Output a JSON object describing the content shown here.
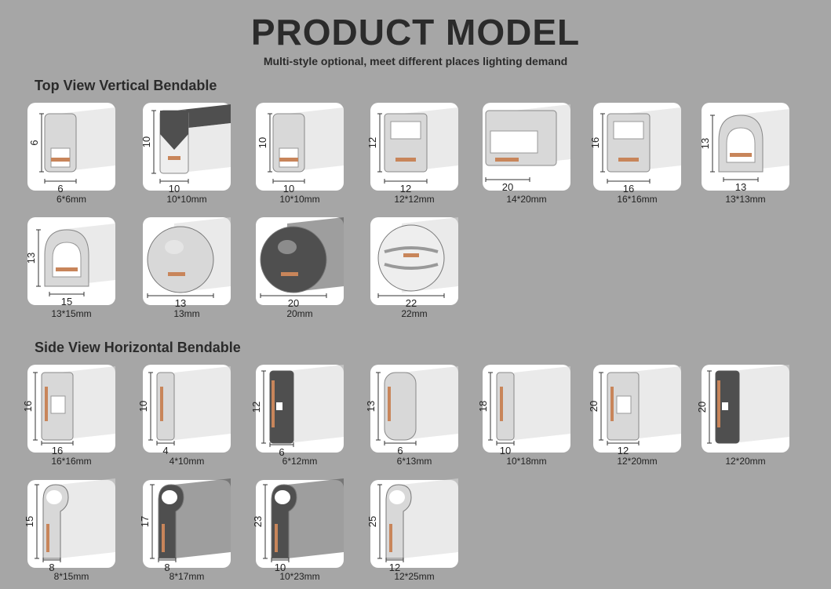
{
  "header": {
    "title": "PRODUCT MODEL",
    "subtitle": "Multi-style optional, meet different places lighting demand"
  },
  "sections": [
    {
      "heading": "Top View Vertical Bendable",
      "items": [
        {
          "label": "6*6mm",
          "dims": [
            "6",
            "6"
          ],
          "style": "top-square"
        },
        {
          "label": "10*10mm",
          "dims": [
            "10",
            "10"
          ],
          "style": "top-dark"
        },
        {
          "label": "10*10mm",
          "dims": [
            "10",
            "10"
          ],
          "style": "top-square"
        },
        {
          "label": "12*12mm",
          "dims": [
            "12",
            "12"
          ],
          "style": "top-box"
        },
        {
          "label": "14*20mm",
          "dims": [
            "",
            "20"
          ],
          "style": "top-wide"
        },
        {
          "label": "16*16mm",
          "dims": [
            "16",
            "16"
          ],
          "style": "top-box"
        },
        {
          "label": "13*13mm",
          "dims": [
            "13",
            "13"
          ],
          "style": "top-dome"
        },
        {
          "label": "13*15mm",
          "dims": [
            "13",
            "15"
          ],
          "style": "top-dome"
        },
        {
          "label": "13mm",
          "dims": [
            "",
            "13"
          ],
          "style": "round"
        },
        {
          "label": "20mm",
          "dims": [
            "",
            "20"
          ],
          "style": "round-dark"
        },
        {
          "label": "22mm",
          "dims": [
            "",
            "22"
          ],
          "style": "round-open"
        }
      ]
    },
    {
      "heading": "Side View Horizontal Bendable",
      "items": [
        {
          "label": "16*16mm",
          "dims": [
            "16",
            "16"
          ],
          "style": "side-box"
        },
        {
          "label": "4*10mm",
          "dims": [
            "10",
            "4"
          ],
          "style": "side-slim"
        },
        {
          "label": "6*12mm",
          "dims": [
            "12",
            "6"
          ],
          "style": "side-dark"
        },
        {
          "label": "6*13mm",
          "dims": [
            "13",
            "6"
          ],
          "style": "side-round"
        },
        {
          "label": "10*18mm",
          "dims": [
            "18",
            "10"
          ],
          "style": "side-slim"
        },
        {
          "label": "12*20mm",
          "dims": [
            "20",
            "12"
          ],
          "style": "side-box"
        },
        {
          "label": "12*20mm",
          "dims": [
            "20",
            ""
          ],
          "style": "side-dark"
        },
        {
          "label": "8*15mm",
          "dims": [
            "15",
            "8"
          ],
          "style": "side-keyhole"
        },
        {
          "label": "8*17mm",
          "dims": [
            "17",
            "8"
          ],
          "style": "side-keyhole-dark"
        },
        {
          "label": "10*23mm",
          "dims": [
            "23",
            "10"
          ],
          "style": "side-keyhole-dark"
        },
        {
          "label": "12*25mm",
          "dims": [
            "25",
            "12"
          ],
          "style": "side-keyhole"
        }
      ]
    }
  ],
  "colors": {
    "background": "#a6a6a6",
    "card": "#ffffff",
    "profile_light": "#d8d8d8",
    "profile_dark": "#4f4f4f",
    "led_strip": "#c8855a"
  }
}
